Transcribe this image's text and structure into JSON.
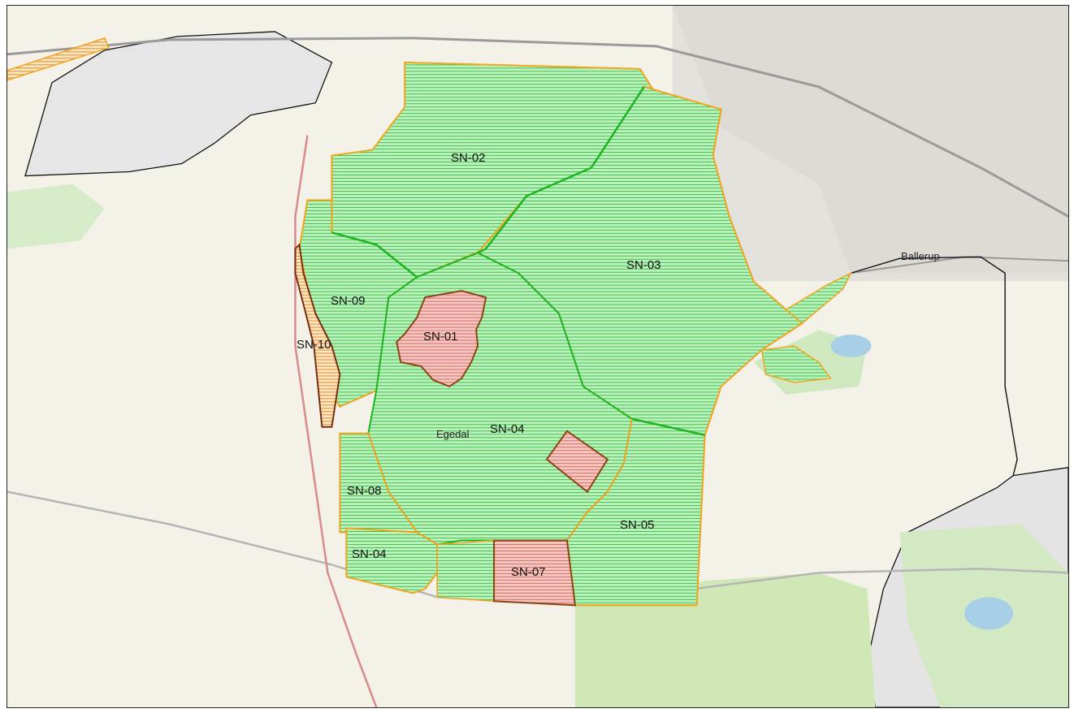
{
  "map": {
    "colors": {
      "background": "#f3f1e8",
      "zone_green": "#6fdc73",
      "zone_green_stroke": "#1bb51f",
      "zone_red": "#f0a3a3",
      "zone_red_stroke": "#8b4513",
      "boundary_orange": "#f2a31c",
      "boundary_black": "#111111",
      "road_grey": "#9a9a9a",
      "railway": "#d98b8b",
      "park_green": "#c9e6b5"
    },
    "zones": [
      {
        "id": "SN-01",
        "label": "SN-01",
        "type": "red"
      },
      {
        "id": "SN-02",
        "label": "SN-02",
        "type": "green"
      },
      {
        "id": "SN-03",
        "label": "SN-03",
        "type": "green"
      },
      {
        "id": "SN-04-main",
        "label": "SN-04",
        "type": "green"
      },
      {
        "id": "SN-04-south",
        "label": "SN-04",
        "type": "green"
      },
      {
        "id": "SN-05",
        "label": "SN-05",
        "type": "green"
      },
      {
        "id": "SN-07",
        "label": "SN-07",
        "type": "red"
      },
      {
        "id": "SN-08",
        "label": "SN-08",
        "type": "green"
      },
      {
        "id": "SN-09",
        "label": "SN-09",
        "type": "green"
      },
      {
        "id": "SN-10",
        "label": "SN-10",
        "type": "orange"
      }
    ],
    "places": {
      "egedal": "Egedal",
      "ballerup": "Ballerup"
    }
  }
}
